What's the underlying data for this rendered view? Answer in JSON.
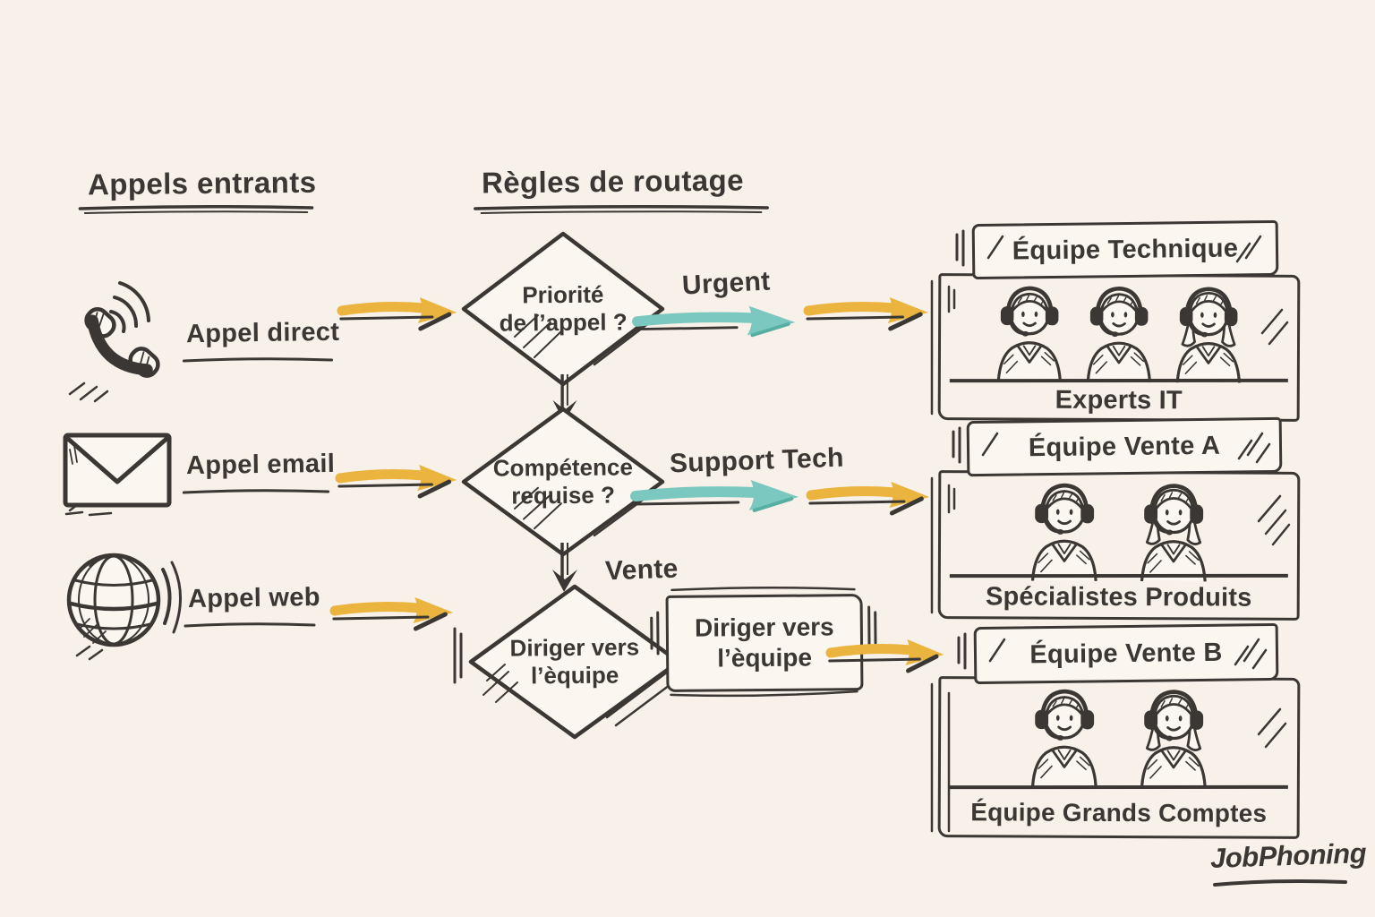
{
  "colors": {
    "paper": "#F8F1EA",
    "ink": "#3A3734",
    "fill": "#FBF7F0",
    "yellow": "#EBB43E",
    "teal": "#7AC8BF"
  },
  "sources": {
    "heading": "Appels entrants",
    "items": [
      {
        "icon": "phone-icon",
        "label": "Appel direct"
      },
      {
        "icon": "envelope-icon",
        "label": "Appel email"
      },
      {
        "icon": "globe-icon",
        "label": "Appel web"
      }
    ]
  },
  "routing": {
    "heading": "Règles de routage",
    "decisions": [
      {
        "line1": "Priorité",
        "line2": "de l’appel ?",
        "branch_label": "Urgent"
      },
      {
        "line1": "Compétence",
        "line2": "requise ?",
        "branch_label": "Support Tech",
        "down_label": "Vente"
      },
      {
        "line1": "Diriger vers",
        "line2": "l’èquipe"
      }
    ],
    "action_box": {
      "line1": "Diriger vers",
      "line2": "l’èquipe"
    }
  },
  "teams": [
    {
      "title": "Équipe Technique",
      "caption": "Experts IT",
      "member_count": 3
    },
    {
      "title": "Équipe Vente A",
      "caption": "Spécialistes Produits",
      "member_count": 2
    },
    {
      "title": "Équipe Vente B",
      "caption": "Équipe Grands Comptes",
      "member_count": 2
    }
  ],
  "branding": {
    "logo": "JobPhoning"
  }
}
